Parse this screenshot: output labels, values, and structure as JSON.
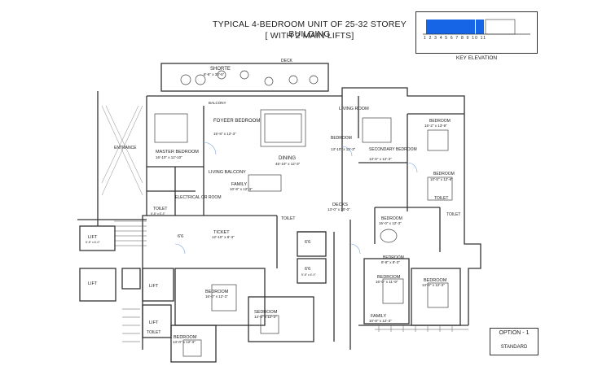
{
  "title": {
    "line1": "TYPICAL 4-BEDROOM UNIT OF 25-32 STOREY BUILDING",
    "line2": "[ WITH 2 MAIN LIFTS]"
  },
  "key_elevation": {
    "label": "KEY ELEVATION",
    "ticks": "1 2 3 4 5 6 7 8 9 10 11",
    "highlight_color": "#1565e6"
  },
  "option": {
    "name": "OPTION - 1",
    "variant": "STANDARD"
  },
  "rooms": {
    "shorte": "SHORTE",
    "shorte_dim": "8'-8\" x 30'-5\"",
    "deck": "DECK",
    "balcony": "BALCONY",
    "entrance": "ENTRANCE",
    "master_bedroom": "MASTER BEDROOM",
    "master_bedroom_dim": "16'-10\" x 12'-10\"",
    "foyeer_bedroom": "FOYEER BEDROOM",
    "foyeer_bedroom_dim": "15'-8\" x 12'-3\"",
    "dining": "DINING",
    "dining_dim": "45'-10\" x 12'-3\"",
    "living_room": "LIVING ROOM",
    "bedroom_a": "BEDROOM",
    "bedroom_a_dim": "13'-10\" x 12'-3\"",
    "secondary_bedroom": "SECONDARY BEDROOM",
    "secondary_bedroom_dim": "13'-6\" x 12'-3\"",
    "bedroom_right": "BEDROOM",
    "bedroom_right_dim": "15'-2\" x 13'-9\"",
    "bedroom_right2": "BEDROOM",
    "bedroom_right2_dim": "10'-5\" x 12'-8\"",
    "living_balcony": "LIVING BALCONY",
    "family": "FAMILY",
    "family_dim": "10'-8\" x 12'-3\"",
    "electrical": "ELECTRICAL OR ROOM",
    "toilet_a": "TOILET",
    "toilet_b": "TOILET",
    "toilet_c": "TOILET",
    "toilet_d": "TOILET",
    "toilet_dim": "5'-8\" x 8'-3\"",
    "lift_a": "LIFT",
    "lift_b": "LIFT",
    "lift_c": "LIFT",
    "lift_d": "LIFT",
    "lift_dim": "5'-8\" x 6'-0\"",
    "six_a": "6'6",
    "six_b": "6'6",
    "six_c": "6'6",
    "six_dim": "5'-8\" x 6'-0\"",
    "ticket": "TICKET",
    "ticket_dim": "12'-10\" x 8'-3\"",
    "deck2": "DECKS",
    "deck2_dim": "13'-0\" x 10'-0\"",
    "bedroom_mid": "BEDROOM",
    "bedroom_mid_dim": "16'-0\" x 12'-3\"",
    "bedroom_low_a": "BEDROOM",
    "bedroom_low_a_dim": "16'-0\" x 12'-3\"",
    "sedroom": "SEDROOM",
    "sedroom_dim": "13'-5\" x 12'-3\"",
    "bedroom_low_b": "BEDROOM",
    "bedroom_low_b_dim": "16'-0\" x 11'-9\"",
    "bedroom_low_c": "BEDROOM",
    "bedroom_low_c_dim": "13'-0\" x 12'-3\"",
    "bedroom_small": "BEDROOM",
    "bedroom_small_dim": "13'-0\" x 12'-3\"",
    "family2": "FAMILY",
    "family2_dim": "10'-8\" x 12'-3\"",
    "bedroom_small2": "BEDROOM",
    "bedroom_small2_dim": "8'-8\" x 8'-3\"",
    "toilet_low": "TOILET"
  }
}
